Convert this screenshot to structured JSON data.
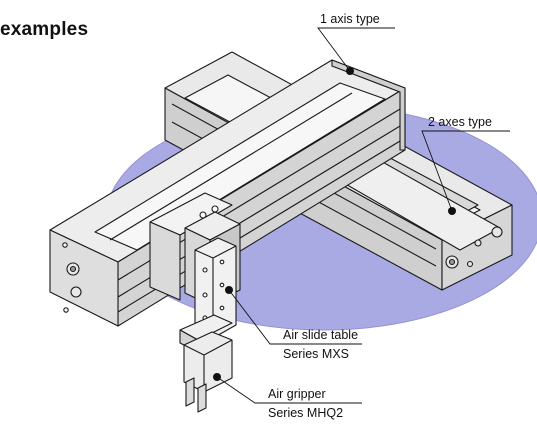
{
  "title": "examples",
  "callouts": {
    "one_axis": "1 axis type",
    "two_axes": "2 axes type",
    "air_slide_table": "Air slide table",
    "series_mxs": "Series MXS",
    "air_gripper": "Air gripper",
    "series_mhq2": "Series MHQ2"
  },
  "colors": {
    "ellipse": "#a9a9e3",
    "ellipse_edge": "#9494d2",
    "metal_light": "#f4f4f4",
    "metal_mid": "#dcdcdc",
    "metal_dark": "#b9b9b9",
    "outline": "#1a1a1a"
  }
}
